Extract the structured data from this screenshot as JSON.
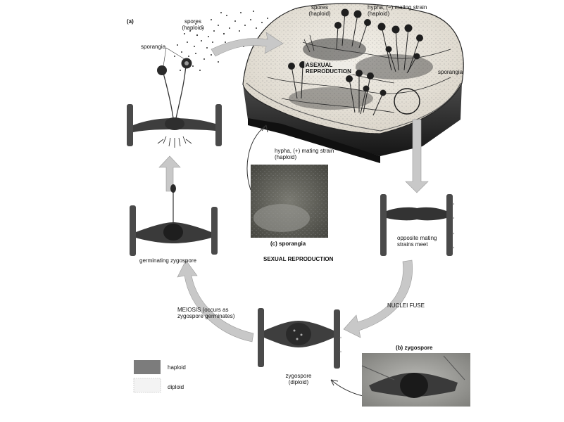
{
  "figure": {
    "panel_a": "(a)",
    "sporangia_top": "sporangia",
    "spores_left": [
      "spores",
      "(haploid)"
    ],
    "spores_top": [
      "spores",
      "(haploid)"
    ],
    "hypha_minus": [
      "hypha, (−) mating strain",
      "(haploid)"
    ],
    "asexual": [
      "ASEXUAL",
      "REPRODUCTION"
    ],
    "sporangia_right": "sporangia",
    "hypha_plus": [
      "hypha, (+) mating strain",
      "(haploid)"
    ],
    "panel_c": "(c) sporangia",
    "sexual": "SEXUAL REPRODUCTION",
    "opposite": [
      "opposite mating",
      "strains meet"
    ],
    "germinating": "germinating zygospore",
    "nuclei_fuse": "NUCLEI FUSE",
    "meiosis": [
      "MEIOSIS (occurs as",
      "zygospore germinates)"
    ],
    "panel_b": "(b) zygospore",
    "zygospore": [
      "zygospore",
      "(diploid)"
    ]
  },
  "legend": {
    "haploid": "haploid",
    "diploid": "diploid",
    "haploid_color": "#7c7c7c",
    "diploid_color": "#f3f3f3"
  },
  "colors": {
    "arrow": "#c8c8c8",
    "hypha": "#3e3e3e",
    "substrate": "#2a2a2a",
    "substrate_top": "#ebe6dd"
  }
}
